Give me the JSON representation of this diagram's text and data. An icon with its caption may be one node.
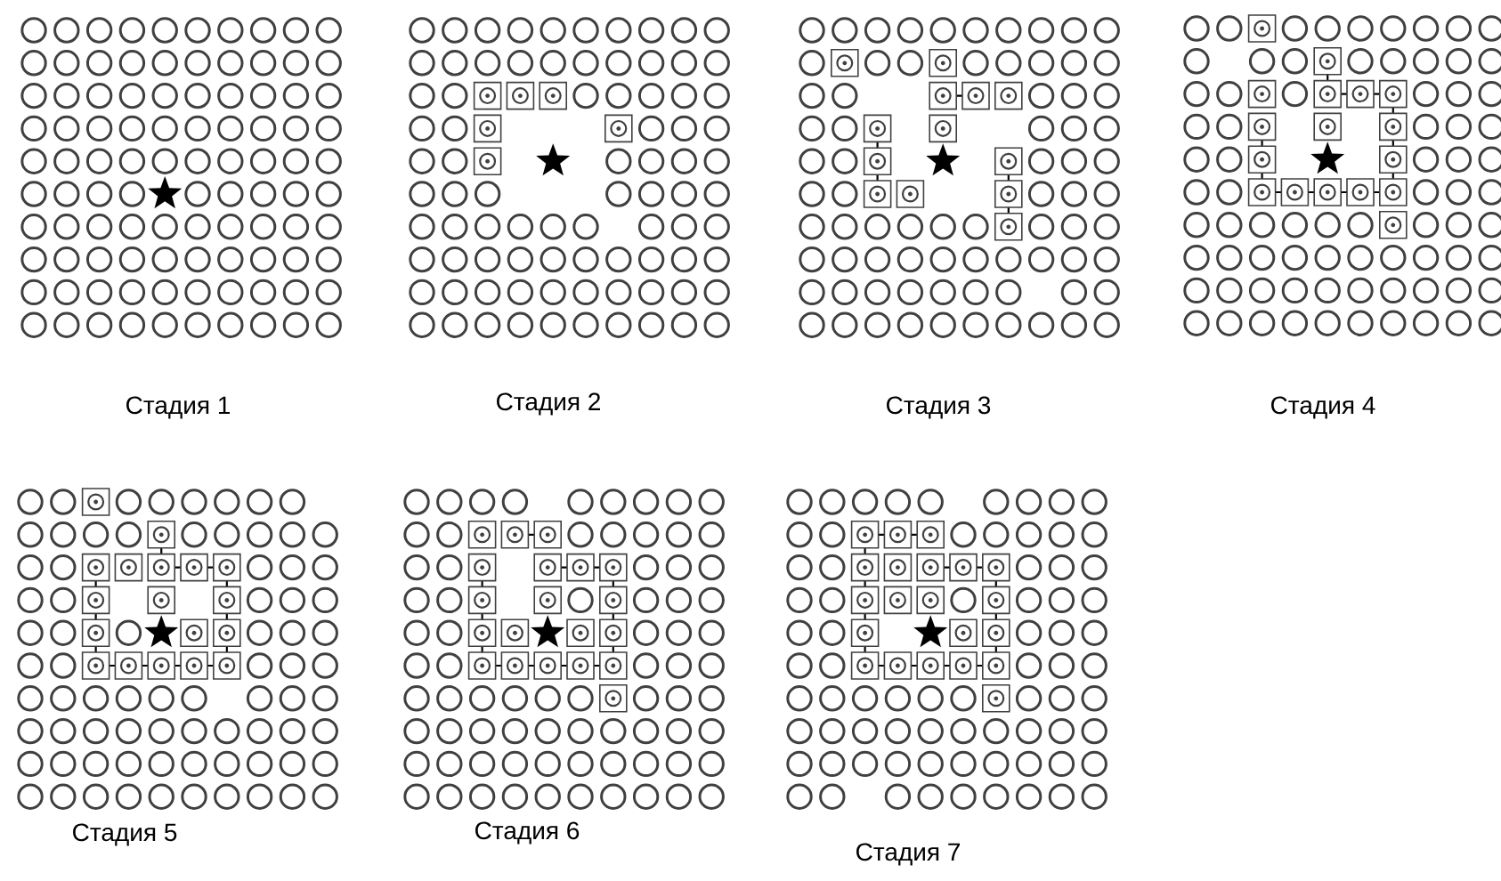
{
  "diagram": {
    "labels": [
      "Стадия 1",
      "Стадия 2",
      "Стадия 3",
      "Стадия 4",
      "Стадия 5",
      "Стадия 6",
      "Стадия 7"
    ]
  }
}
